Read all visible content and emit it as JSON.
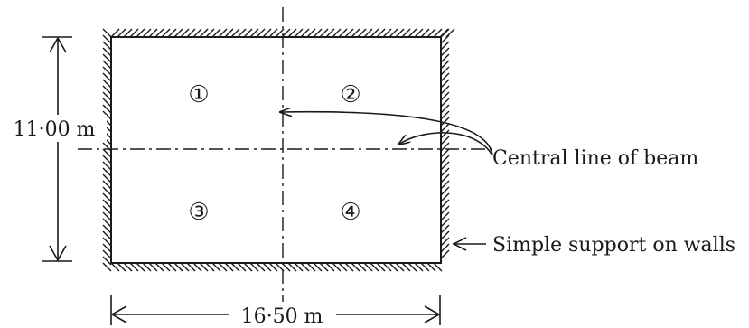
{
  "panels": [
    {
      "label": "①"
    },
    {
      "label": "②"
    },
    {
      "label": "③"
    },
    {
      "label": "④"
    }
  ],
  "dimensions": {
    "height": "11·00 m",
    "width": "16·50 m"
  },
  "annotations": {
    "beam": "Central line of beam",
    "support": "Simple support on walls"
  }
}
